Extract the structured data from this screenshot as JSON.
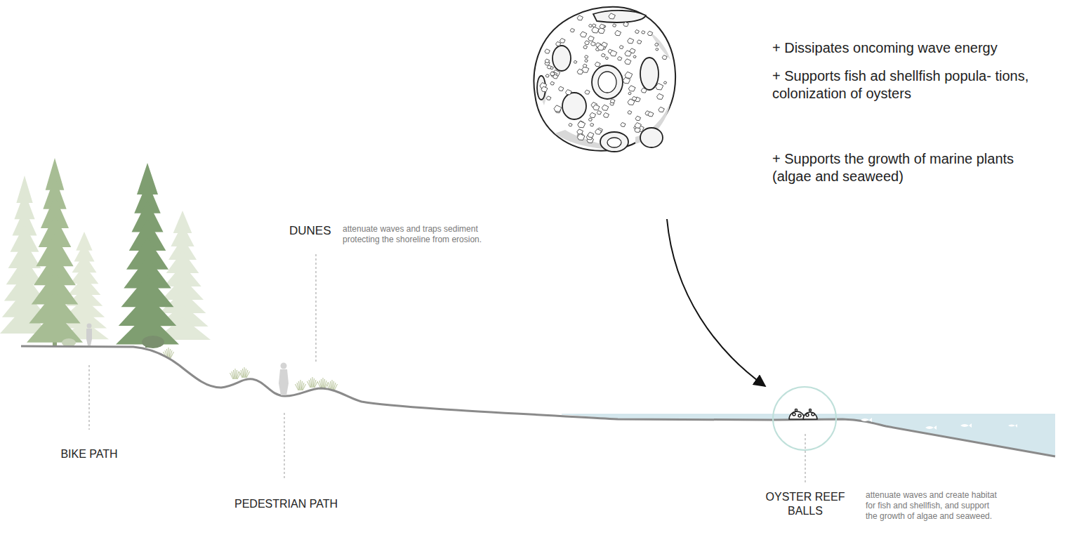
{
  "diagram": {
    "labels": [
      "+ Dissipates oncoming wave energy",
      "+ Supports fish ad shellfish popula- tions, colonization of oysters",
      "+ Supports the growth of marine plants (algae and seaweed)",
      "DUNES",
      "attenuate waves and traps sediment protecting the shoreline from erosion.",
      "BIKE PATH",
      "PEDESTRIAN PATH",
      "OYSTER REEF BALLS",
      "attenuate waves and create habitat for fish and shellfish, and support the growth of algae and seaweed."
    ]
  }
}
